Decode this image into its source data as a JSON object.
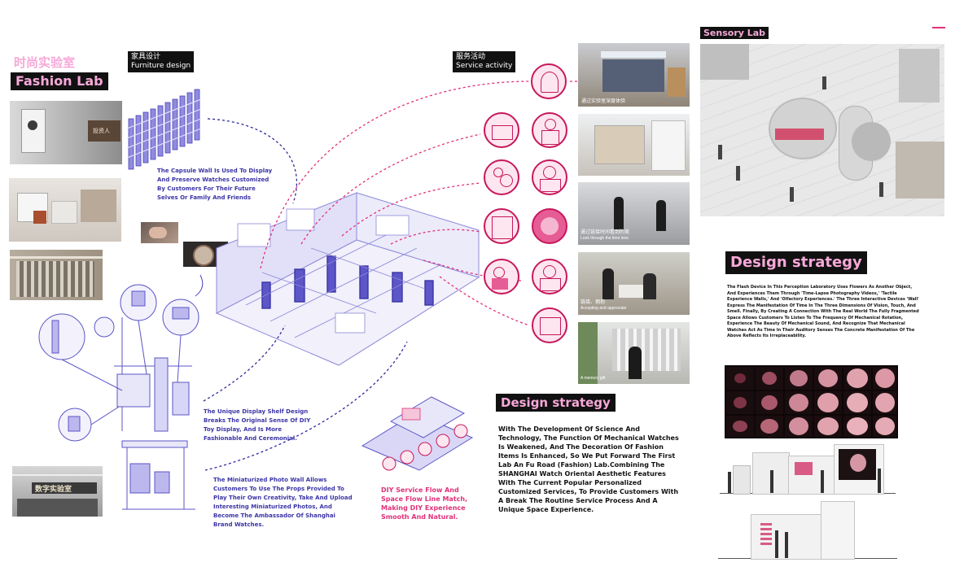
{
  "header": {
    "fashion_lab_cn": "时尚实验室",
    "fashion_lab_en": "Fashion Lab",
    "furniture_cn": "家具设计",
    "furniture_en": "Furniture design",
    "service_cn": "服务活动",
    "service_en": "Service activity",
    "sensory_lab": "Sensory Lab"
  },
  "annotations": {
    "capsule_wall": "The Capsule Wall Is Used To Display And Preserve Watches Customized By Customers For Their Future Selves Or Family And Friends",
    "display_shelf": "The Unique Display Shelf Design Breaks The Original Sense Of DIY Toy Display, And Is More Fashionable And Ceremonial.",
    "photo_wall": "The Miniaturized Photo Wall Allows Customers To Use The Props Provided To Play Their Own Creativity, Take And Upload Interesting Miniaturized Photos, And Become The Ambassador Of Shanghai Brand Watches.",
    "diy_flow": "DIY Service Flow And Space Flow Line Match, Making DIY Experience Smooth And Natural."
  },
  "photo_captions": {
    "cap1": "通过实验室深度体验",
    "cap2": "通过链接时间看到的美",
    "cap3": "Look through the time lens",
    "cap4": "链接、拥抱",
    "cap5": "Accepting and appreciate",
    "cap6": "A memory gift"
  },
  "strategy_main": {
    "title": "Design strategy",
    "body": "With The Development Of Science And Technology, The Function Of Mechanical Watches Is Weakened, And The Decoration Of Fashion Items Is Enhanced, So We Put Forward The First Lab An Fu Road (Fashion) Lab.Combining The SHANGHAI Watch Oriental Aesthetic Features With The Current Popular Personalized Customized Services, To Provide Customers With A Break The Routine Service Process And A Unique Space Experience."
  },
  "strategy_sensory": {
    "title": "Design strategy",
    "body": "The Flash Device In This Perception Laboratory Uses Flowers As Another Object, And Experiences Them Through 'Time-Lapse Photography Videos,' 'Tactile Experience Walls,' And 'Olfactory Experiences.' The Three Interactive Devices 'Wall' Express The Manifestation Of Time In The Three Dimensions Of Vision, Touch, And Smell. Finally, By Creating A Connection With The Real World The Fully Fragmented Space Allows Customers To Listen To The Frequency Of Mechanical Rotation, Experience The Beauty Of Mechanical Sound, And Recognize That Mechanical Watches Act As Time In Their Auditory Senses The Concrete Manifestation Of The Above Reflects Its Irreplaceability."
  },
  "shop_sign": "数字实验室",
  "colors": {
    "accent_pink": "#e0317a",
    "title_pink": "#f7a8d8",
    "diagram_blue": "#3b35a6",
    "label_bg": "#111111"
  }
}
